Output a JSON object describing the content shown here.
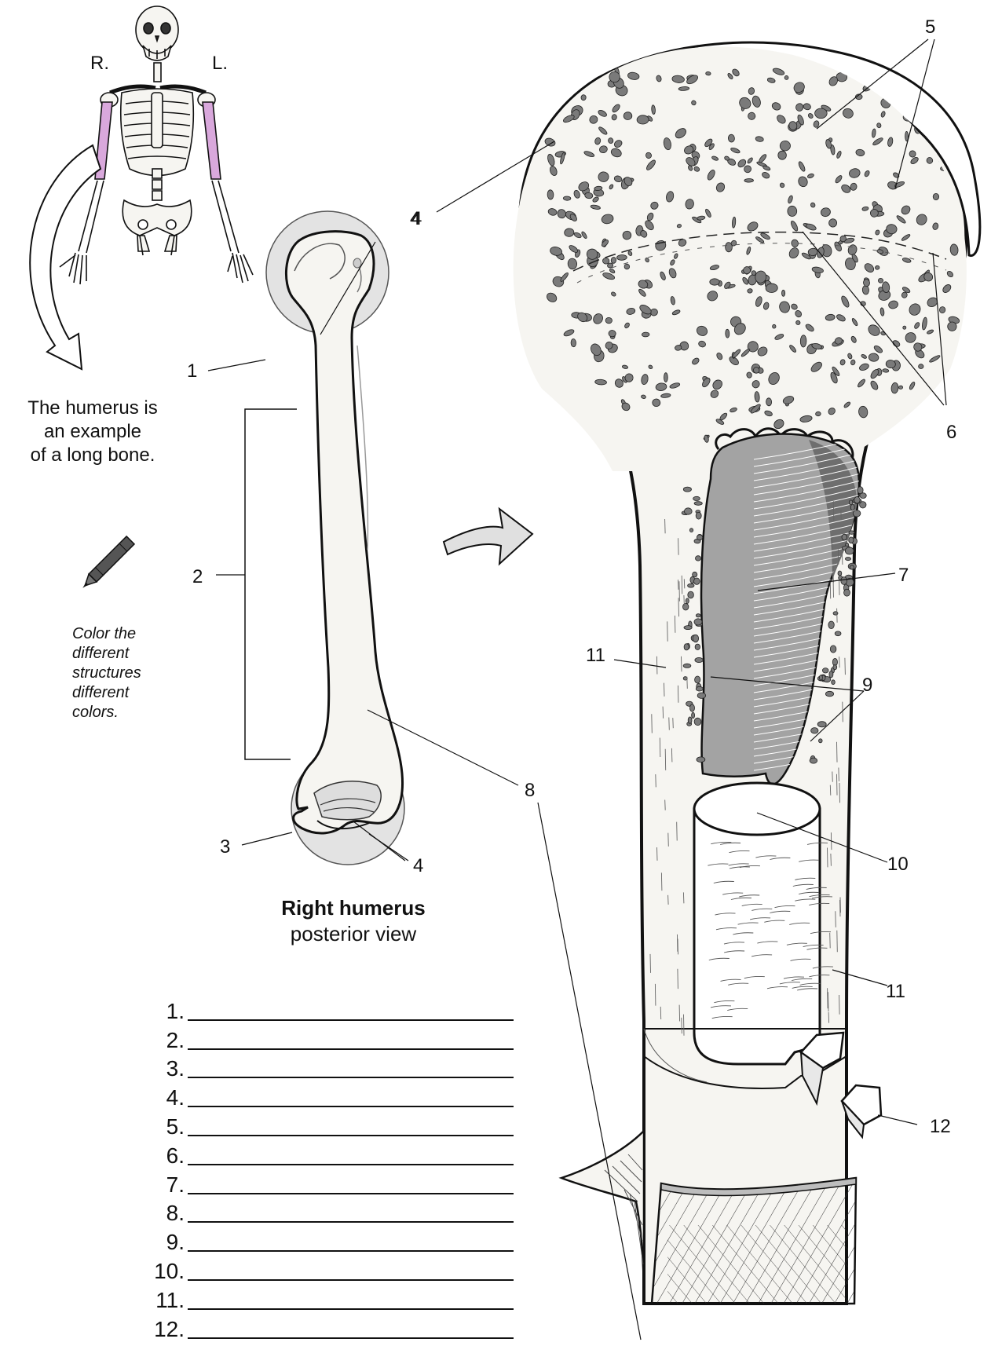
{
  "skeleton_labels": {
    "right": "R.",
    "left": "L."
  },
  "caption": {
    "line1": "The humerus is",
    "line2": "an example",
    "line3": "of a long bone."
  },
  "instruction": {
    "line1": "Color the",
    "line2": "different",
    "line3": "structures",
    "line4": "different",
    "line5": "colors."
  },
  "view_title": {
    "bold": "Right humerus",
    "subtitle": "posterior view"
  },
  "callouts": {
    "small_1": "1",
    "small_2": "2",
    "small_3": "3",
    "small_4_top": "4",
    "small_4_bottom": "4",
    "large_4": "4",
    "large_5": "5",
    "large_6": "6",
    "large_7": "7",
    "large_8": "8",
    "large_9": "9",
    "large_10": "10",
    "large_11_upper": "11",
    "large_11_lower": "11",
    "large_12": "12"
  },
  "answer_lines": [
    "1.",
    "2.",
    "3.",
    "4.",
    "5.",
    "6.",
    "7.",
    "8.",
    "9.",
    "10.",
    "11.",
    "12."
  ],
  "colors": {
    "ink": "#111111",
    "bone_fill": "#f6f5f1",
    "highlight_circle": "#e3e3e3",
    "spongy_pores": "#7a7a7a",
    "marrow_cavity": "#a3a3a3",
    "marrow_shadow": "#6e6e6e",
    "highlighted_humerus": "#d9a8dc",
    "crayon": "#555555"
  },
  "icons": [
    "crayon-icon",
    "curved-arrow-icon",
    "right-arrow-icon"
  ]
}
